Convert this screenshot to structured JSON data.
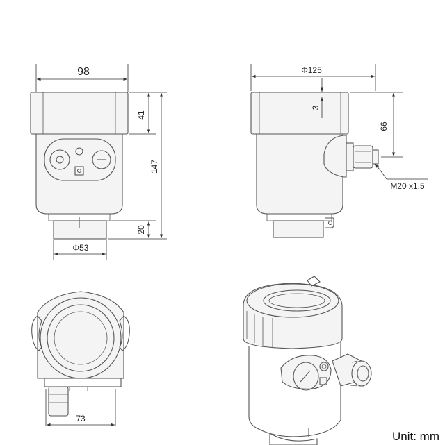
{
  "front_view": {
    "width_label": "98",
    "cap_height_label": "41",
    "total_height_label": "147",
    "neck_height_label": "20",
    "neck_diameter_label": "Φ53"
  },
  "side_view": {
    "diameter_label": "Φ125",
    "gap_label": "3",
    "gland_height_label": "66",
    "thread_label": "M20 x1.5"
  },
  "bottom_view": {
    "depth_label": "73"
  },
  "unit_label": "Unit: mm"
}
